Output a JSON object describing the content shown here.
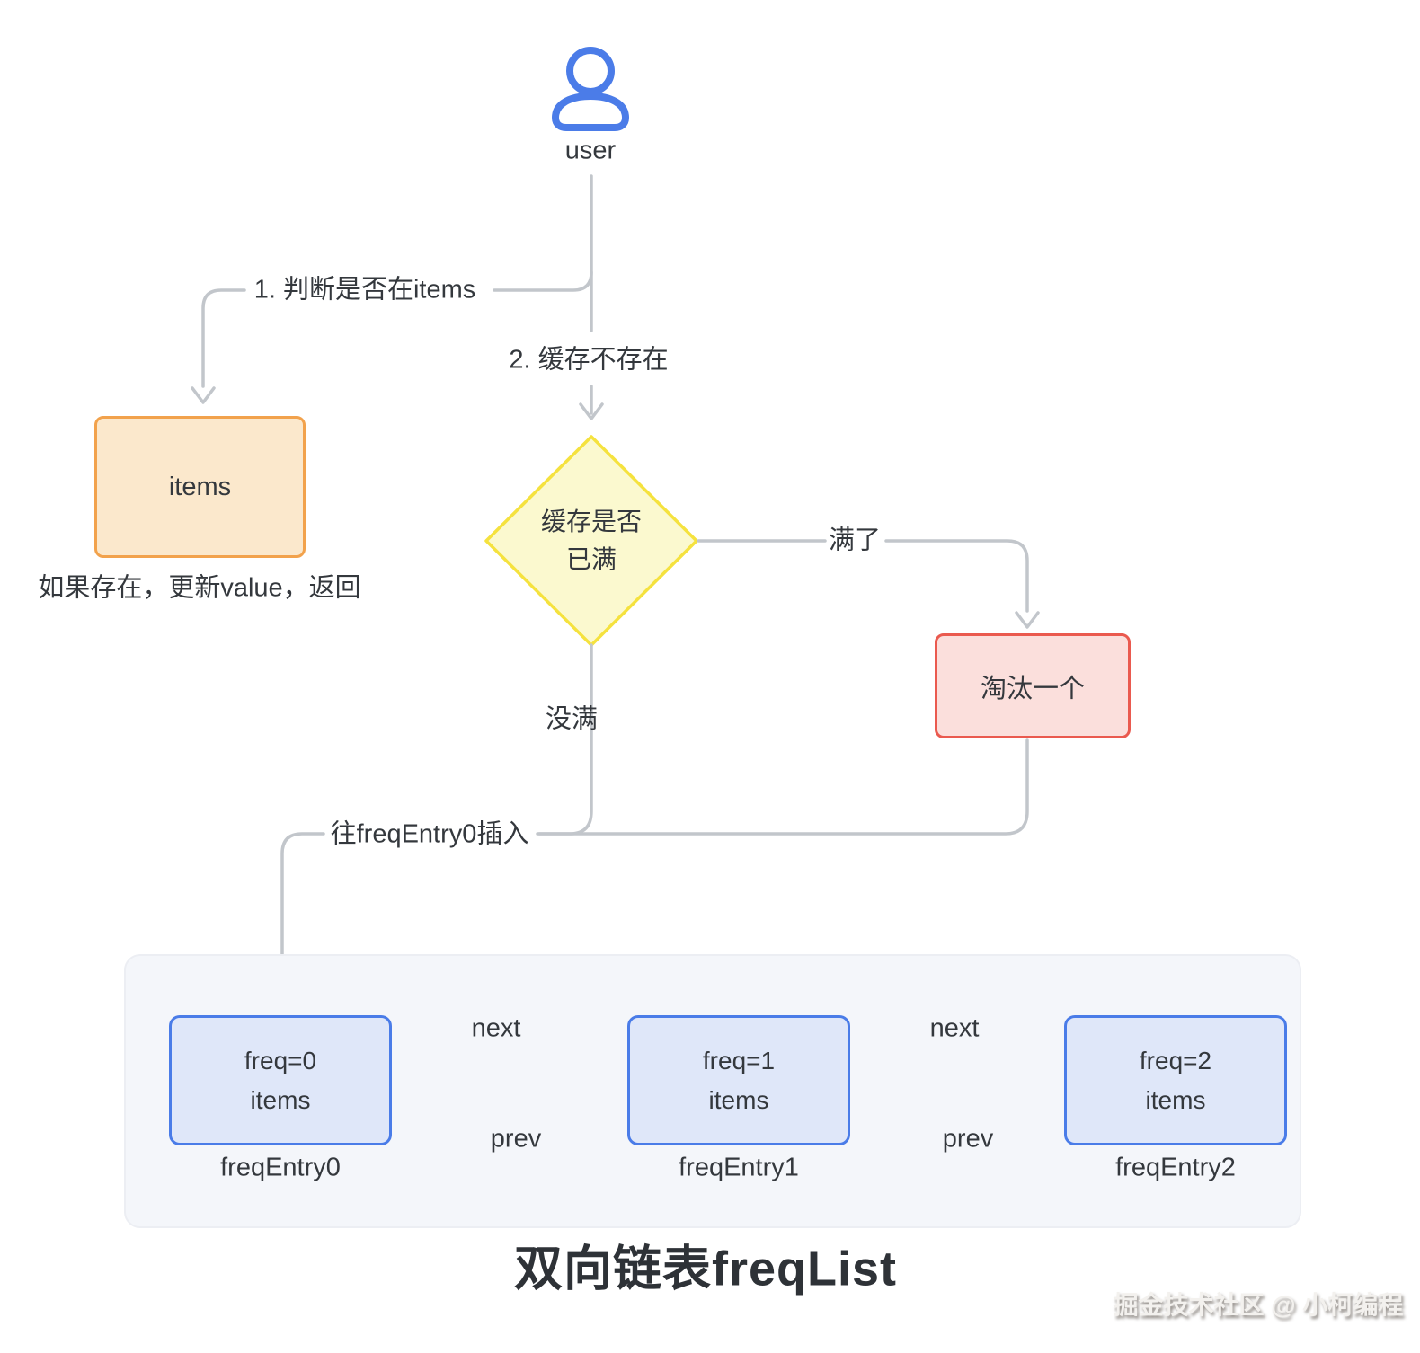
{
  "user": {
    "label": "user"
  },
  "edges": {
    "check_items": "1. 判断是否在items",
    "cache_missing": "2. 缓存不存在",
    "full": "满了",
    "not_full": "没满",
    "insert": "往freqEntry0插入",
    "next": "next",
    "prev": "prev"
  },
  "nodes": {
    "items": {
      "label": "items",
      "note": "如果存在，更新value，返回"
    },
    "decision": {
      "line1": "缓存是否",
      "line2": "已满"
    },
    "evict": {
      "label": "淘汰一个"
    }
  },
  "freq_list": {
    "title": "双向链表freqList",
    "entries": [
      {
        "line1": "freq=0",
        "line2": "items",
        "caption": "freqEntry0"
      },
      {
        "line1": "freq=1",
        "line2": "items",
        "caption": "freqEntry1"
      },
      {
        "line1": "freq=2",
        "line2": "items",
        "caption": "freqEntry2"
      }
    ]
  },
  "watermark": "掘金技术社区 @ 小柯编程",
  "colors": {
    "accent_blue": "#4a7ce8",
    "blue_fill": "#dfe7f9",
    "orange_border": "#f2a24c",
    "orange_fill": "#fbe8cc",
    "yellow_border": "#f5e23e",
    "yellow_fill": "#fbf9cf",
    "red_border": "#ea5a4f",
    "red_fill": "#fbdfdc",
    "container_fill": "#f4f6fa",
    "line_gray": "#c2c6cb",
    "text": "#34383d"
  }
}
